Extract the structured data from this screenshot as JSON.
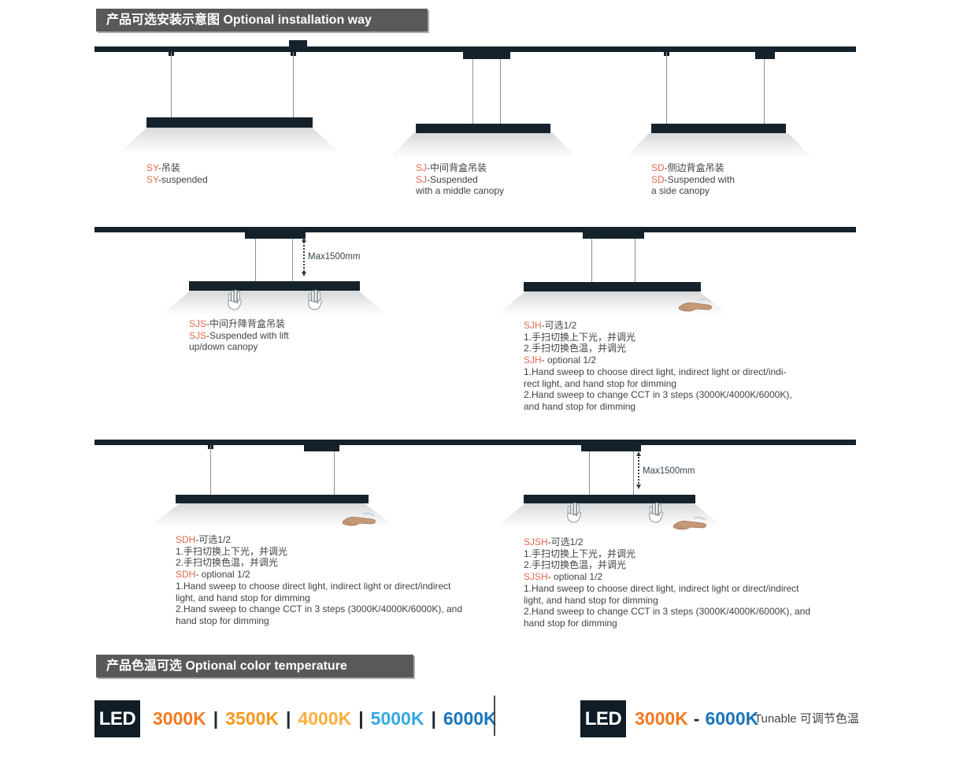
{
  "headers": {
    "installation": "产品可选安装示意图 Optional installation way",
    "color_temperature": "产品色温可选 Optional color temperature"
  },
  "max_distance_label": "Max1500mm",
  "colors": {
    "accent_code": "#e4694d",
    "diagram_dark": "#16222b",
    "header_background": "#58595b",
    "body_text": "#3e4346"
  },
  "diagrams": [
    {
      "code": "SY",
      "label": [
        [
          "SY",
          "-吊装"
        ],
        [
          "SY",
          "-suspended"
        ]
      ]
    },
    {
      "code": "SJ",
      "label": [
        [
          "SJ",
          "-中间背盒吊装"
        ],
        [
          "SJ",
          "-Suspended"
        ],
        [
          "",
          "with a middle canopy"
        ]
      ]
    },
    {
      "code": "SD",
      "label": [
        [
          "SD",
          "-侧边背盒吊装"
        ],
        [
          "SD",
          "-Suspended with"
        ],
        [
          "",
          "a side canopy"
        ]
      ]
    },
    {
      "code": "SJS",
      "label": [
        [
          "SJS",
          "-中间升降背盒吊装"
        ],
        [
          "SJS",
          "-Suspended with lift"
        ],
        [
          "",
          "up/down canopy"
        ]
      ]
    },
    {
      "code": "SJH",
      "label": [
        [
          "SJH",
          "-可选1/2"
        ],
        [
          "",
          "1.手扫切换上下光，并调光"
        ],
        [
          "",
          "2.手扫切换色温，并调光"
        ],
        [
          "SJH",
          "- optional 1/2"
        ],
        [
          "",
          "1.Hand sweep to choose direct light, indirect light or direct/indi-"
        ],
        [
          "",
          "rect light, and hand stop for dimming"
        ],
        [
          "",
          "2.Hand sweep to change CCT in 3 steps (3000K/4000K/6000K),"
        ],
        [
          "",
          "and hand stop for dimming"
        ]
      ]
    },
    {
      "code": "SDH",
      "label": [
        [
          "SDH",
          "-可选1/2"
        ],
        [
          "",
          "1.手扫切换上下光，并调光"
        ],
        [
          "",
          "2.手扫切换色温，并调光"
        ],
        [
          "SDH",
          "- optional 1/2"
        ],
        [
          "",
          "1.Hand sweep to choose direct light, indirect light or direct/indirect"
        ],
        [
          "",
          "light, and hand stop for dimming"
        ],
        [
          "",
          "2.Hand sweep to change CCT in 3 steps (3000K/4000K/6000K), and"
        ],
        [
          "",
          "hand stop for dimming"
        ]
      ]
    },
    {
      "code": "SJSH",
      "label": [
        [
          "SJSH",
          "-可选1/2"
        ],
        [
          "",
          "1.手扫切换上下光，并调光"
        ],
        [
          "",
          "2.手扫切换色温，并调光"
        ],
        [
          "SJSH",
          "- optional 1/2"
        ],
        [
          "",
          "1.Hand sweep to choose direct light, indirect light or direct/indirect"
        ],
        [
          "",
          "light, and hand stop for dimming"
        ],
        [
          "",
          "2.Hand sweep to change CCT in 3 steps (3000K/4000K/6000K), and"
        ],
        [
          "",
          "hand stop for dimming"
        ]
      ]
    }
  ],
  "led_options": {
    "logo": "LED",
    "separator": "|",
    "fixed_temperatures": [
      {
        "value": "3000K",
        "color": "#f47a20"
      },
      {
        "value": "3500K",
        "color": "#f8991d"
      },
      {
        "value": "4000K",
        "color": "#fbaf3f"
      },
      {
        "value": "5000K",
        "color": "#36a9e1"
      },
      {
        "value": "6000K",
        "color": "#1b75bc"
      }
    ],
    "tunable": {
      "from": {
        "value": "3000K",
        "color": "#f47a20"
      },
      "dash": "-",
      "to": {
        "value": "6000K",
        "color": "#1b75bc"
      },
      "note": "Tunable 可调节色温"
    }
  },
  "icons": {
    "touch_hand": "hand-touch-icon",
    "sweep_hand": "hand-sweep-icon",
    "max_arrow": "max-height-arrow-icon"
  }
}
